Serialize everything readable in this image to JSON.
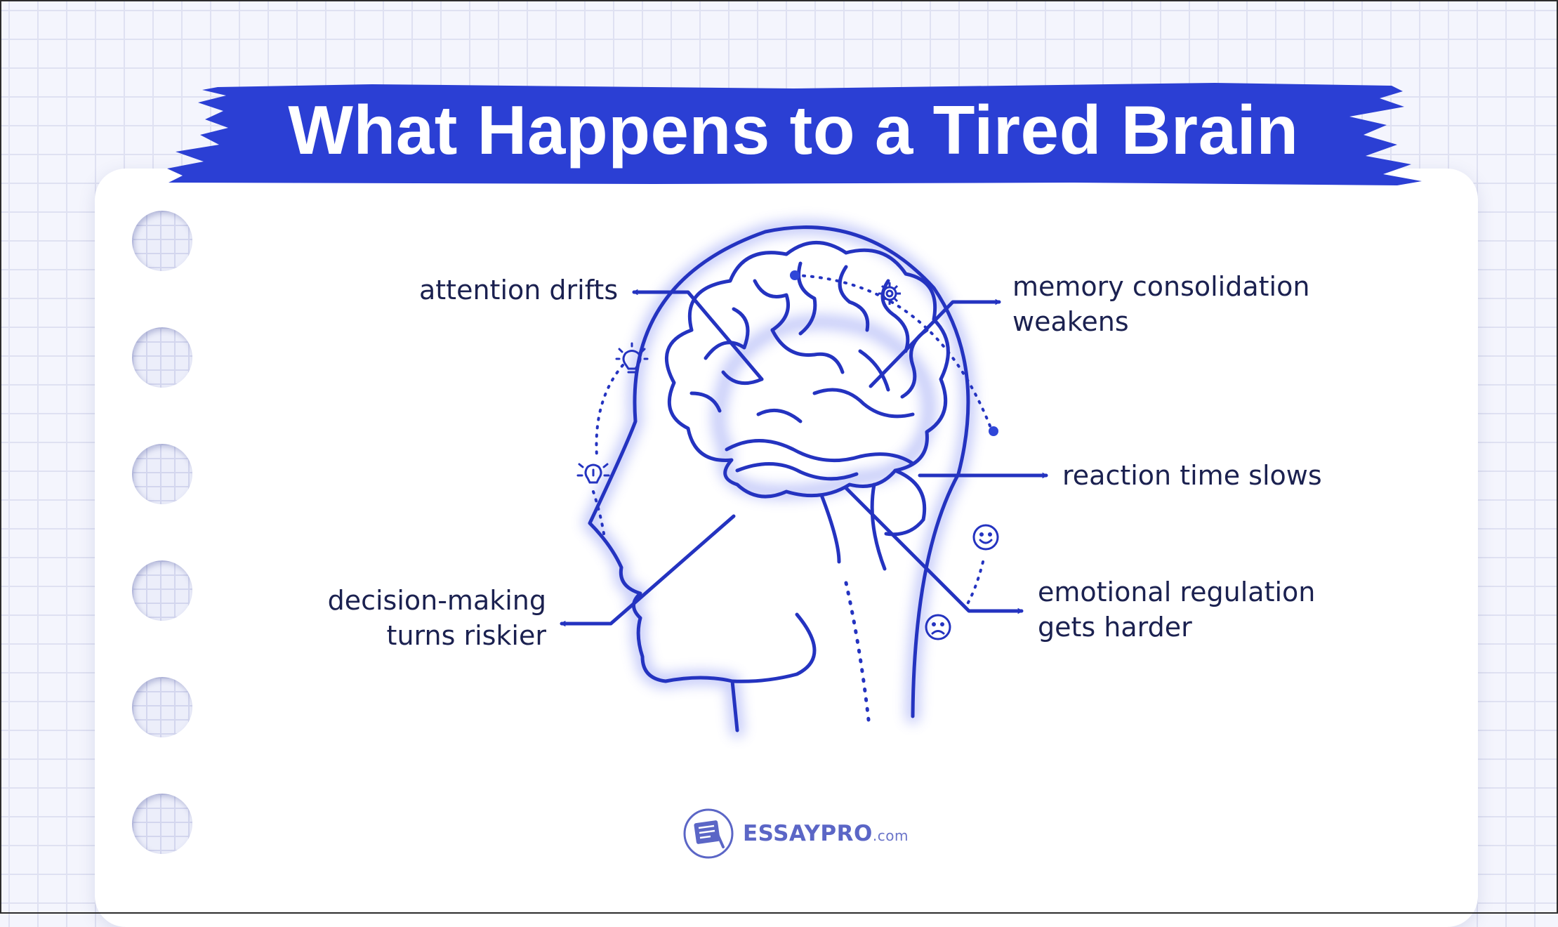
{
  "title": "What Happens to a Tired Brain",
  "labels": {
    "attention": "attention drifts",
    "memory_line1": "memory consolidation",
    "memory_line2": "weakens",
    "reaction": "reaction time slows",
    "decision_line1": "decision-making",
    "decision_line2": "turns riskier",
    "emotional_line1": "emotional regulation",
    "emotional_line2": "gets harder"
  },
  "logo": {
    "main": "ESSAYPRO",
    "suffix": ".com"
  },
  "icons": [
    "lightbulb-icon",
    "lightbulb-alert-icon",
    "gear-icon",
    "smile-icon",
    "sad-icon",
    "document-pen-icon"
  ],
  "colors": {
    "accent": "#2b3fd4",
    "line": "#2433c0",
    "text": "#1b2150"
  }
}
